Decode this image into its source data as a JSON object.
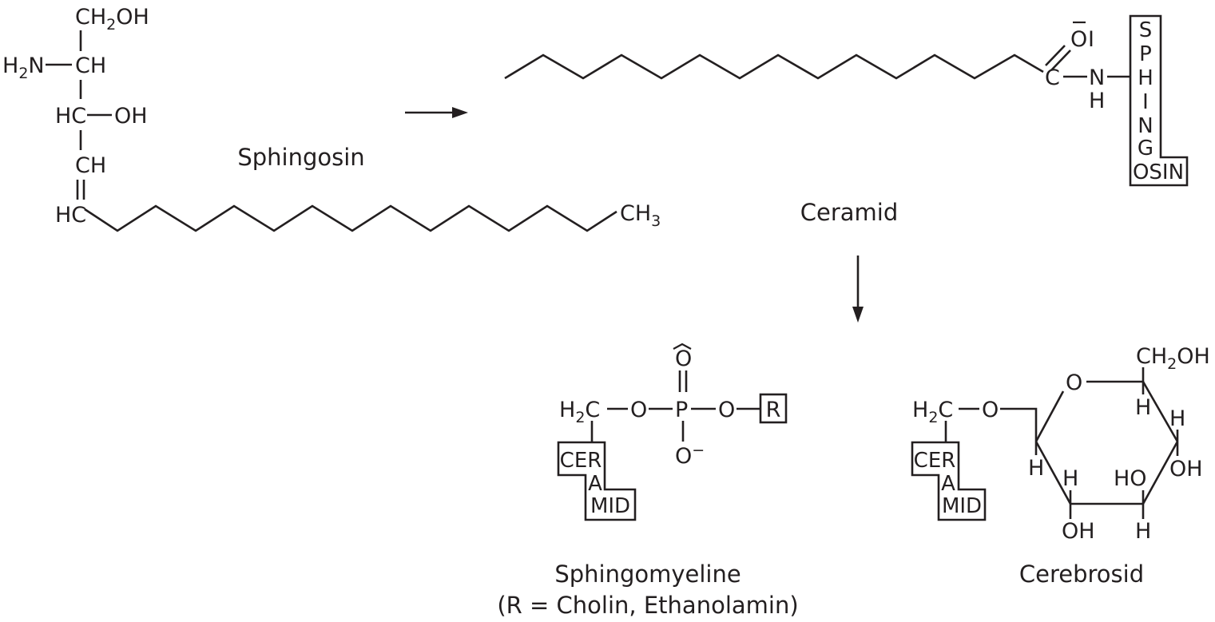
{
  "sphingosine": {
    "ch2oh": "CH",
    "ch2oh_sub": "2",
    "ch2oh_tail": "OH",
    "h2n": "H",
    "h2n_sub": "2",
    "h2n_tail": "N",
    "ch_amino": "CH",
    "hc_hydroxy": "HC",
    "oh": "OH",
    "ch_vinyl": "CH",
    "hc_vinyl": "HC",
    "ch3": "CH",
    "ch3_sub": "3",
    "caption": "Sphingosin"
  },
  "ceramide": {
    "carbonyl_o": "O",
    "lone_pair": "I",
    "carbon": "C",
    "nitrogen": "N",
    "amide_h": "H",
    "sphingosin_box": [
      "S",
      "P",
      "H",
      "I",
      "N",
      "G"
    ],
    "sphingosin_box_tail": "OSIN",
    "caption": "Ceramid"
  },
  "sphingomyeline": {
    "h2c": "H",
    "h2c_sub": "2",
    "h2c_tail": "C",
    "o_ester1": "O",
    "phosphorus": "P",
    "o_ester2": "O",
    "r_group": "R",
    "o_double": "O",
    "o_minus": "O",
    "minus": "−",
    "ceramid_box": [
      "CER",
      "A",
      "MID"
    ],
    "caption": "Sphingomyeline",
    "subcaption": "(R = Cholin, Ethanolamin)"
  },
  "cerebroside": {
    "h2c": "H",
    "h2c_sub": "2",
    "h2c_tail": "C",
    "o_glycosidic": "O",
    "ring_o": "O",
    "ch2oh": "CH",
    "ch2oh_sub": "2",
    "ch2oh_tail": "OH",
    "h_c5": "H",
    "h_c4": "H",
    "oh_c4": "OH",
    "ho_c3": "HO",
    "h_c3": "H",
    "h_c2": "H",
    "oh_c2": "OH",
    "h_c1": "H",
    "ceramid_box": [
      "CER",
      "A",
      "MID"
    ],
    "caption": "Cerebrosid"
  }
}
